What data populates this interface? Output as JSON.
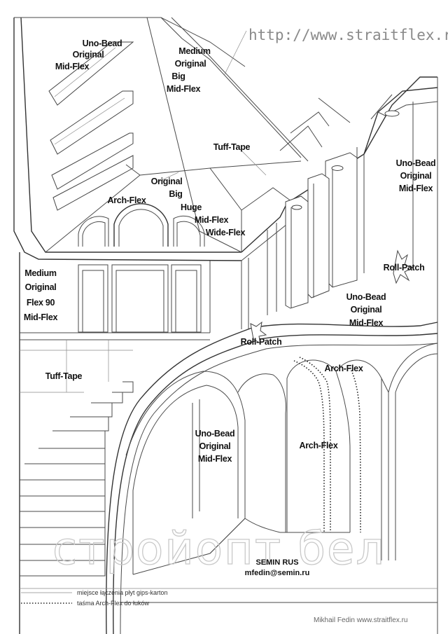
{
  "header_url": "http://www.straitflex.ru/",
  "labels": {
    "tl_unobead": "Uno-Bead",
    "tl_original": "Original",
    "tl_midflex": "Mid-Flex",
    "tc_medium": "Medium",
    "tc_original": "Original",
    "tc_big": "Big",
    "tc_midflex": "Mid-Flex",
    "tuff_tape_top": "Tuff-Tape",
    "r_unobead": "Uno-Bead",
    "r_original": "Original",
    "r_midflex": "Mid-Flex",
    "arch_flex_window": "Arch-Flex",
    "stack_original": "Original",
    "stack_big": "Big",
    "stack_huge": "Huge",
    "stack_midflex": "Mid-Flex",
    "stack_wideflex": "Wide-Flex",
    "roll_patch_right": "Roll-Patch",
    "l_medium": "Medium",
    "l_original": "Original",
    "l_flex90": "Flex 90",
    "l_midflex": "Mid-Flex",
    "rm_unobead": "Uno-Bead",
    "rm_original": "Original",
    "rm_midflex": "Mid-Flex",
    "roll_patch_center": "Roll-Patch",
    "tuff_tape_left": "Tuff-Tape",
    "arch_flex_right": "Arch-Flex",
    "c_unobead": "Uno-Bead",
    "c_original": "Original",
    "c_midflex": "Mid-Flex",
    "arch_flex_column": "Arch-Flex"
  },
  "author": {
    "name": "SEMIN RUS",
    "email": "mfedin@semin.ru"
  },
  "watermark": "стройопт бел",
  "legend": {
    "joint_line": "miejsce łączenia płyt gips-karton",
    "dotted_line": "taśma Arch-Flex do łuków"
  },
  "credit": "Mikhail Fedin www.straitflex.ru"
}
